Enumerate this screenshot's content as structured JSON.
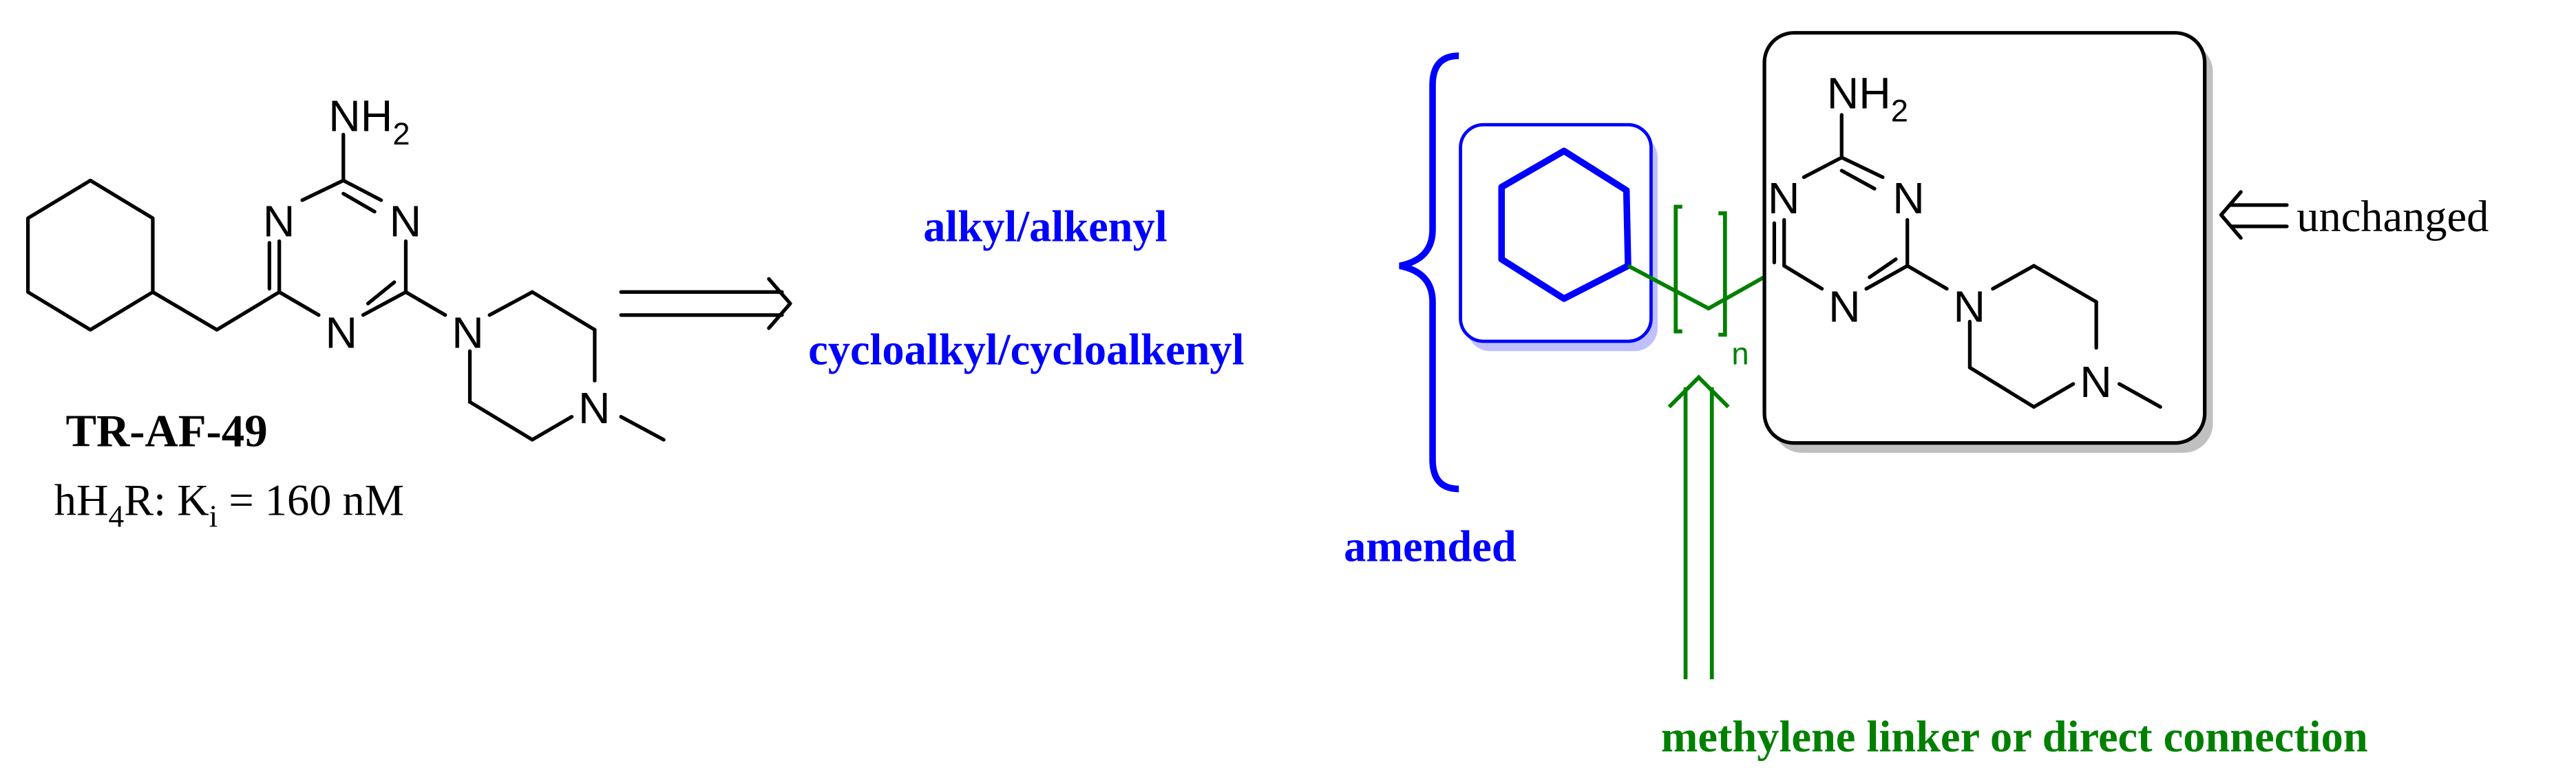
{
  "colors": {
    "amended": "#0000ff",
    "linker": "#008000",
    "unchanged": "#000000",
    "box_shadow": "#c0c0c0",
    "amended_shadow": "#c0c0ff"
  },
  "lead_compound": {
    "name": "TR-AF-49",
    "activity": {
      "prefix": "hH",
      "sub_4": "4",
      "mid": "R: K",
      "sub_i": "i",
      "suffix": " = 160 nM"
    },
    "atoms": {
      "nh2_main": "NH",
      "nh2_sub": "2",
      "n": "N"
    }
  },
  "modification_options": {
    "option_1": "alkyl/alkenyl",
    "option_2": "cycloalkyl/cycloalkenyl"
  },
  "labels": {
    "amended": "amended",
    "unchanged": "unchanged",
    "linker": "methylene linker or direct connection",
    "repeat_index": "n"
  },
  "icons": {
    "retro_arrow": "double-arrow-right-icon",
    "unchanged_arrow": "double-arrow-left-icon",
    "linker_arrow": "double-arrow-up-icon",
    "brace": "curly-brace-icon"
  }
}
